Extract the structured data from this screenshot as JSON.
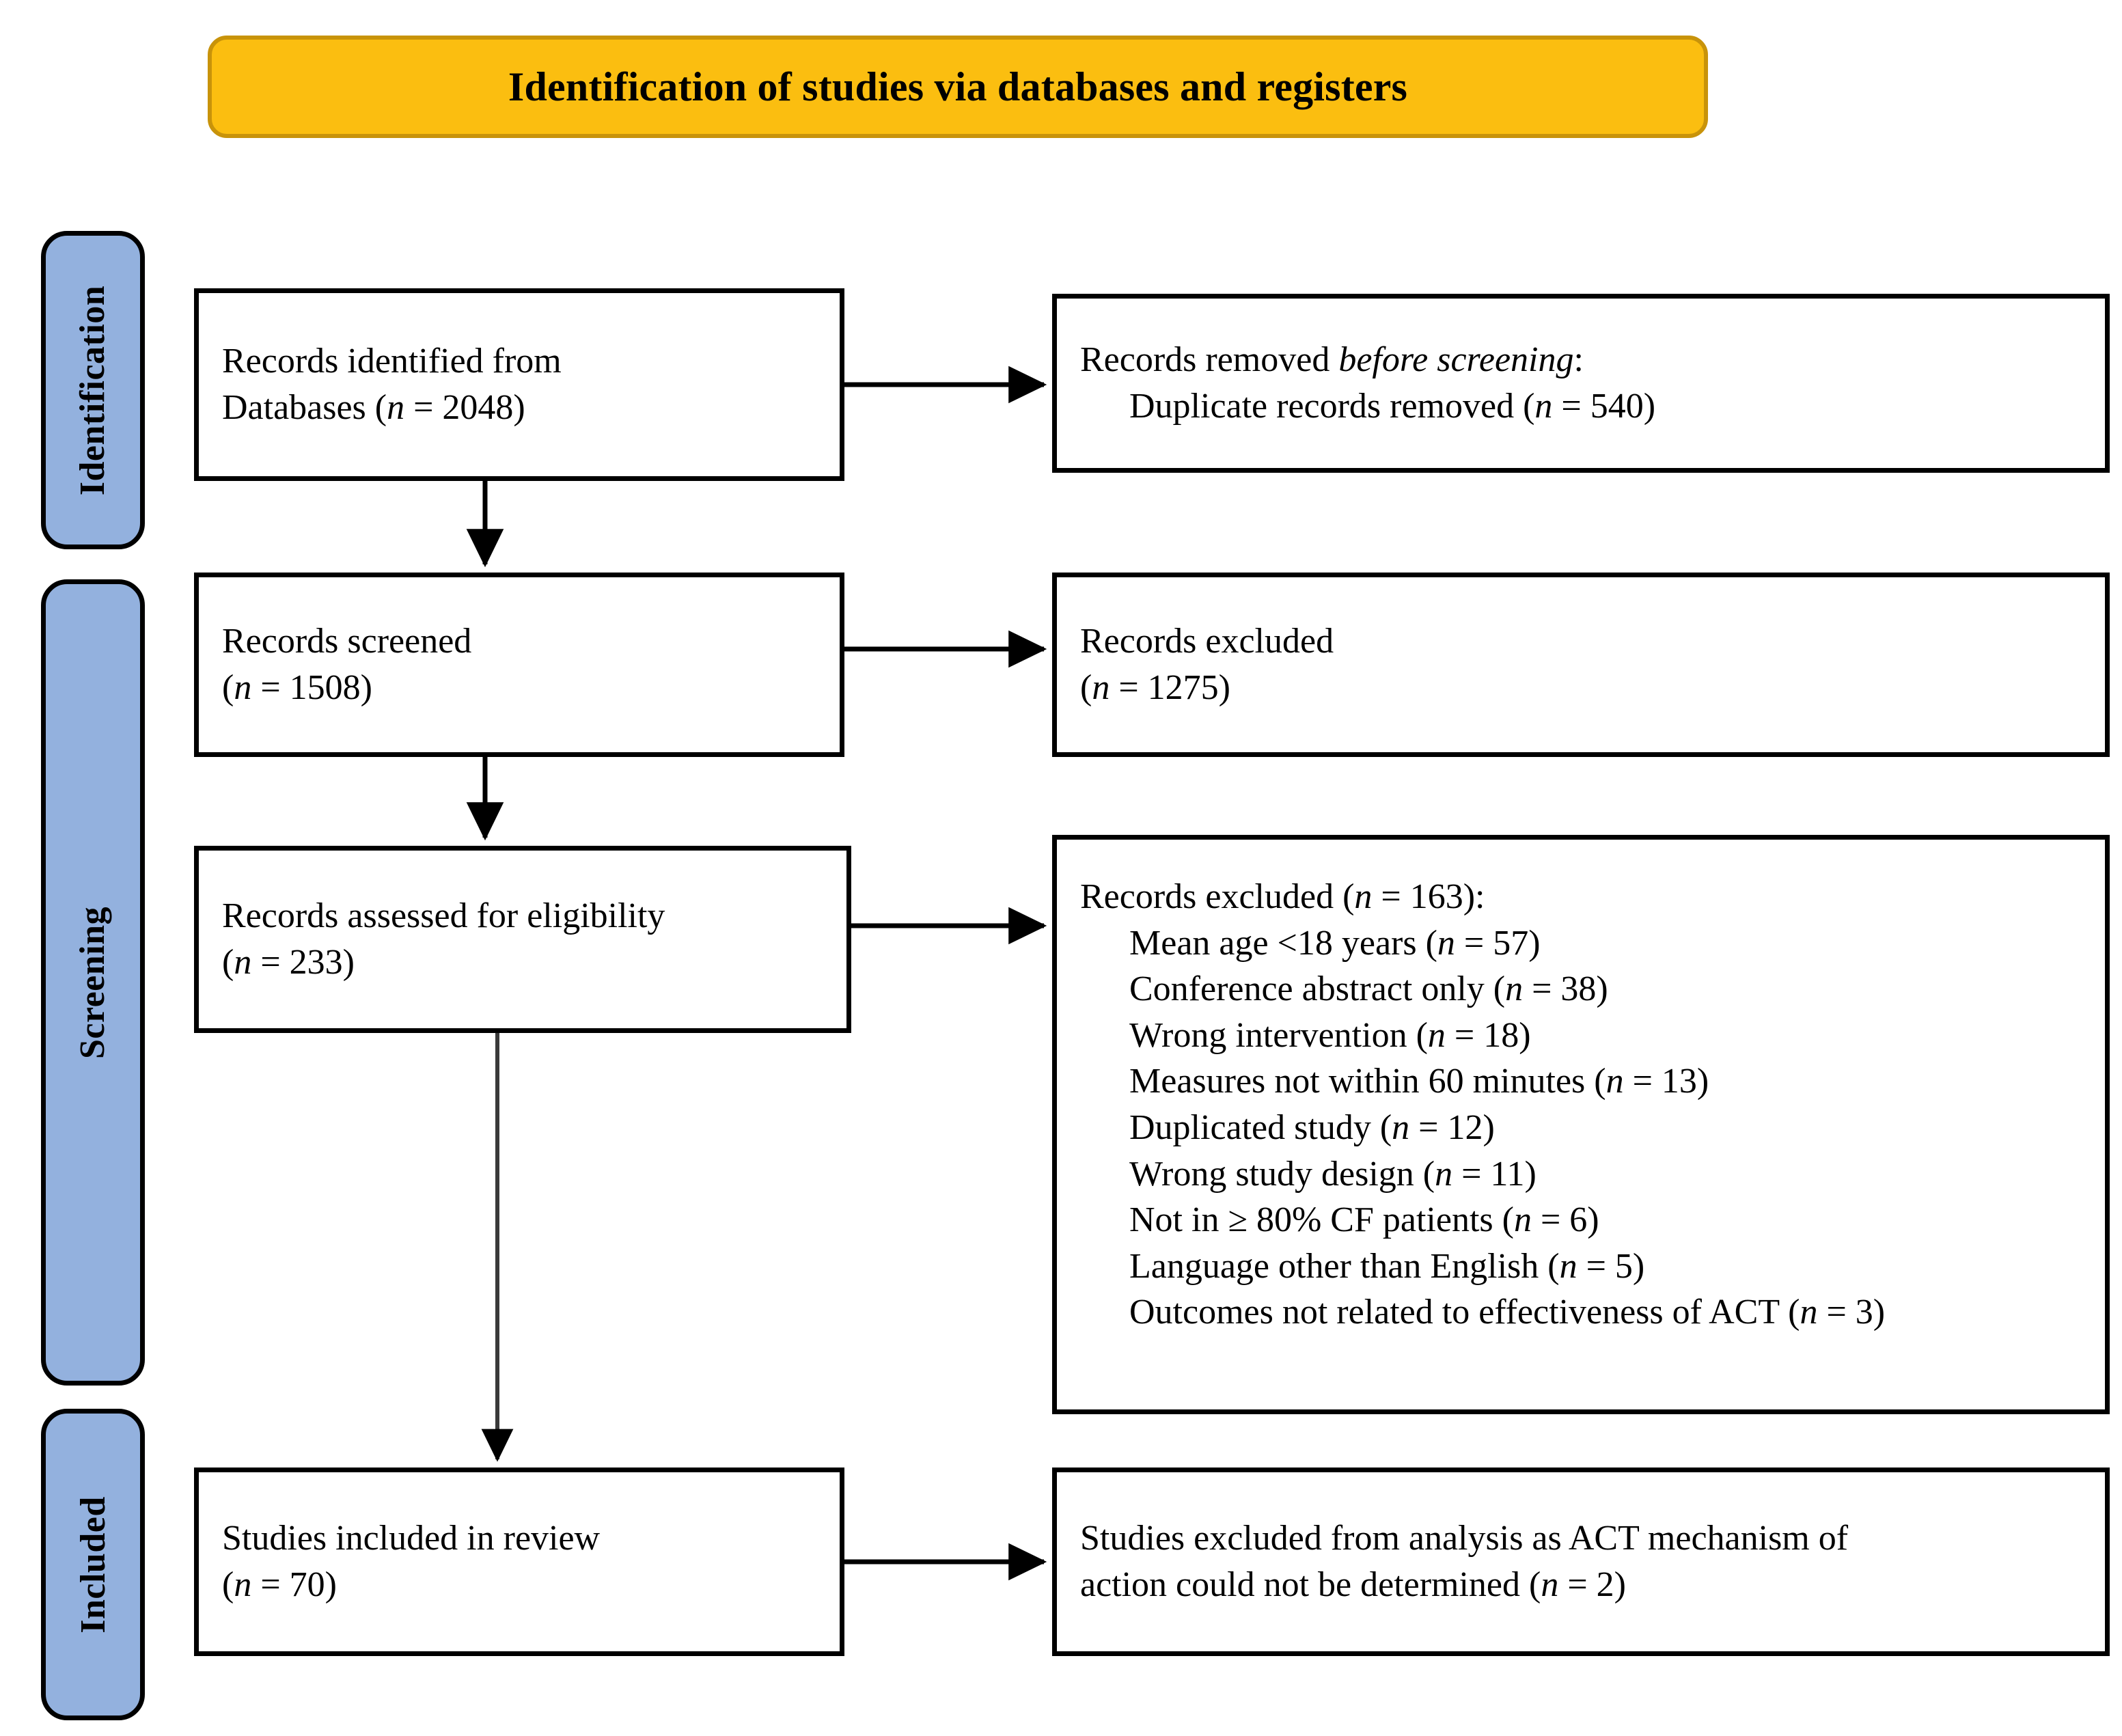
{
  "banner": {
    "title": "Identification of studies via databases and registers",
    "fill_color": "#FBBE10",
    "border_color": "#C8930A"
  },
  "stages": [
    {
      "id": "identification",
      "label": "Identification",
      "fill_color": "#93B1DE"
    },
    {
      "id": "screening",
      "label": "Screening",
      "fill_color": "#93B1DE"
    },
    {
      "id": "included",
      "label": "Included",
      "fill_color": "#93B1DE"
    }
  ],
  "boxes": {
    "identified": {
      "line1": "Records identified from",
      "line2_prefix": "Databases (",
      "line2_n": "n",
      "line2_suffix": " = 2048)"
    },
    "removed": {
      "line1_prefix": "Records removed ",
      "line1_italic": "before screening",
      "line1_suffix": ":",
      "line2_prefix": "Duplicate records removed (",
      "line2_n": "n",
      "line2_suffix": " = 540)"
    },
    "screened": {
      "line1": "Records screened",
      "line2_prefix": "(",
      "line2_n": "n",
      "line2_suffix": " = 1508)"
    },
    "excluded_screening": {
      "line1": "Records excluded",
      "line2_prefix": "(",
      "line2_n": "n",
      "line2_suffix": " = 1275)"
    },
    "eligibility": {
      "line1": "Records assessed for eligibility",
      "line2_prefix": "(",
      "line2_n": "n",
      "line2_suffix": " = 233)"
    },
    "excluded_eligibility": {
      "header_prefix": "Records excluded (",
      "header_n": "n",
      "header_suffix": " = 163):",
      "reasons": [
        {
          "text": "Mean age <18 years (",
          "n": "n",
          "count": " = 57)"
        },
        {
          "text": "Conference abstract only (",
          "n": "n",
          "count": " = 38)"
        },
        {
          "text": "Wrong intervention (",
          "n": "n",
          "count": " = 18)"
        },
        {
          "text": "Measures not within 60 minutes (",
          "n": "n",
          "count": " = 13)"
        },
        {
          "text": "Duplicated study (",
          "n": "n",
          "count": " = 12)"
        },
        {
          "text": "Wrong study design (",
          "n": "n",
          "count": " = 11)"
        },
        {
          "text": "Not in ≥ 80% CF patients (",
          "n": "n",
          "count": " = 6)"
        },
        {
          "text": "Language other than English (",
          "n": "n",
          "count": " = 5)"
        },
        {
          "text": "Outcomes not related to effectiveness of ACT (",
          "n": "n",
          "count": " = 3)"
        }
      ]
    },
    "included": {
      "line1": "Studies included in review",
      "line2_prefix": "(",
      "line2_n": "n",
      "line2_suffix": " = 70)"
    },
    "excluded_final": {
      "line1": "Studies excluded from analysis as ACT mechanism of",
      "line2_prefix": "action could not be determined (",
      "line2_n": "n",
      "line2_suffix": " = 2)"
    }
  },
  "chart_data": {
    "type": "diagram",
    "title": "Identification of studies via databases and registers",
    "diagram_kind": "PRISMA 2020 flow diagram",
    "stages": [
      "Identification",
      "Screening",
      "Included"
    ],
    "nodes": [
      {
        "id": "identified",
        "stage": "Identification",
        "label": "Records identified from Databases",
        "n": 2048
      },
      {
        "id": "removed",
        "stage": "Identification",
        "label": "Records removed before screening: Duplicate records removed",
        "n": 540
      },
      {
        "id": "screened",
        "stage": "Screening",
        "label": "Records screened",
        "n": 1508
      },
      {
        "id": "excluded_screening",
        "stage": "Screening",
        "label": "Records excluded",
        "n": 1275
      },
      {
        "id": "eligibility",
        "stage": "Screening",
        "label": "Records assessed for eligibility",
        "n": 233
      },
      {
        "id": "excluded_eligibility",
        "stage": "Screening",
        "label": "Records excluded",
        "n": 163
      },
      {
        "id": "included",
        "stage": "Included",
        "label": "Studies included in review",
        "n": 70
      },
      {
        "id": "excluded_final",
        "stage": "Included",
        "label": "Studies excluded from analysis as ACT mechanism of action could not be determined",
        "n": 2
      }
    ],
    "edges": [
      {
        "from": "identified",
        "to": "removed",
        "direction": "right"
      },
      {
        "from": "identified",
        "to": "screened",
        "direction": "down"
      },
      {
        "from": "screened",
        "to": "excluded_screening",
        "direction": "right"
      },
      {
        "from": "screened",
        "to": "eligibility",
        "direction": "down"
      },
      {
        "from": "eligibility",
        "to": "excluded_eligibility",
        "direction": "right"
      },
      {
        "from": "eligibility",
        "to": "included",
        "direction": "down"
      },
      {
        "from": "included",
        "to": "excluded_final",
        "direction": "right"
      }
    ],
    "exclusion_reasons": [
      {
        "reason": "Mean age <18 years",
        "n": 57
      },
      {
        "reason": "Conference abstract only",
        "n": 38
      },
      {
        "reason": "Wrong intervention",
        "n": 18
      },
      {
        "reason": "Measures not within 60 minutes",
        "n": 13
      },
      {
        "reason": "Duplicated study",
        "n": 12
      },
      {
        "reason": "Wrong study design",
        "n": 11
      },
      {
        "reason": "Not in ≥ 80% CF patients",
        "n": 6
      },
      {
        "reason": "Language other than English",
        "n": 5
      },
      {
        "reason": "Outcomes not related to effectiveness of ACT",
        "n": 3
      }
    ]
  }
}
